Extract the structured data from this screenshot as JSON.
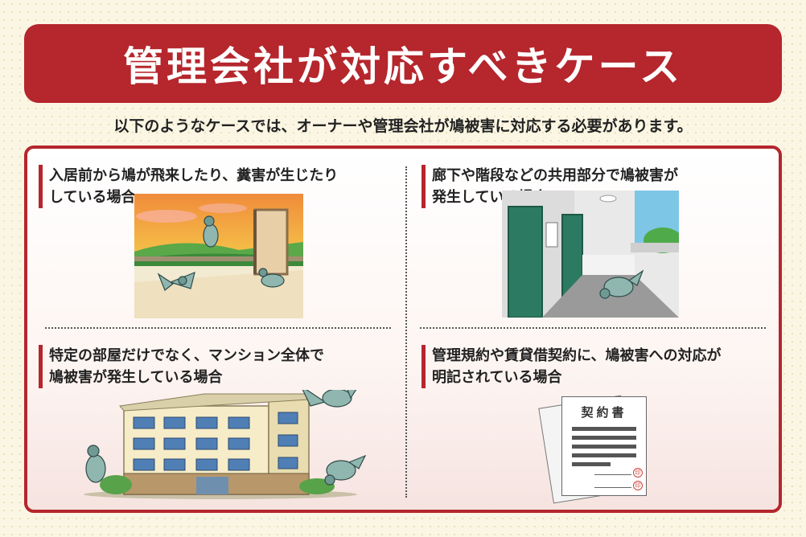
{
  "title": "管理会社が対応すべきケース",
  "subtitle": "以下のようなケースでは、オーナーや管理会社が鳩被害に対応する必要があります。",
  "cases": [
    {
      "line1": "入居前から鳩が飛来したり、糞害が生じたり",
      "line2": "している場合",
      "illustration": "sunset-balcony-pigeons"
    },
    {
      "line1": "廊下や階段などの共用部分で鳩被害が",
      "line2": "発生している場合",
      "illustration": "corridor-pigeon"
    },
    {
      "line1": "特定の部屋だけでなく、マンション全体で",
      "line2": "鳩被害が発生している場合",
      "illustration": "apartment-building-pigeons"
    },
    {
      "line1": "管理規約や賃貸借契約に、鳩被害への対応が",
      "line2": "明記されている場合",
      "illustration": "contract-document"
    }
  ],
  "contract": {
    "heading": "契約書",
    "seal": "印"
  },
  "colors": {
    "accent": "#b5262d",
    "background": "#fbf6e3"
  }
}
